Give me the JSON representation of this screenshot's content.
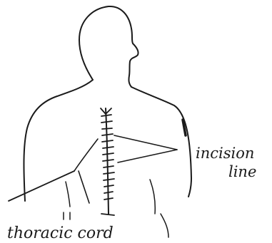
{
  "labels": {
    "incision": "incision",
    "line": "line",
    "thoracic_cord": "thoracic cord"
  }
}
